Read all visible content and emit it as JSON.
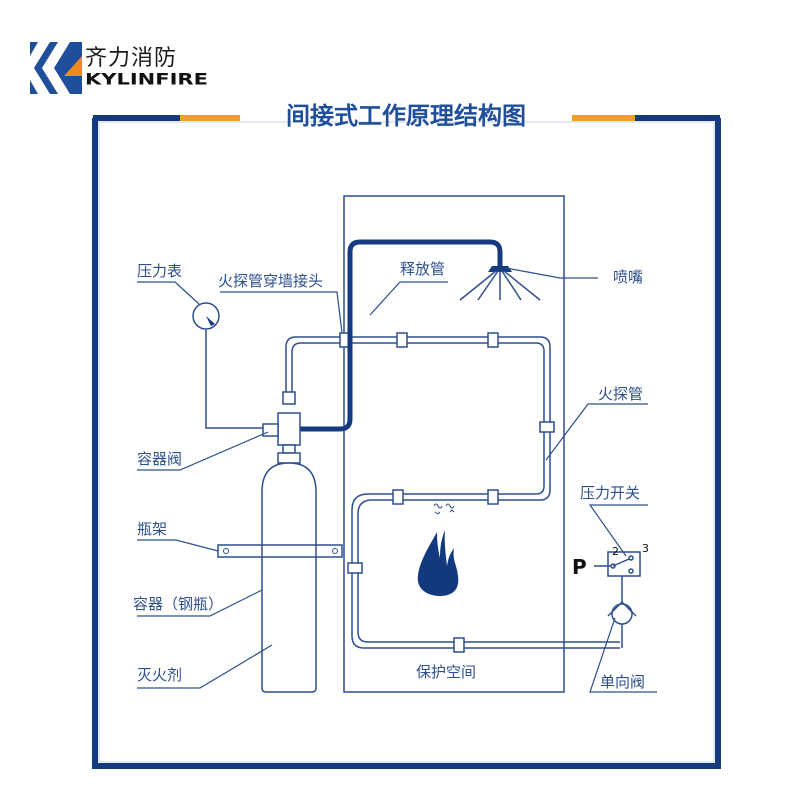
{
  "brand": {
    "name_cn": "齐力消防",
    "name_en": "KYLINFIRE",
    "colors": {
      "blue": "#1f4e9a",
      "orange": "#f08a1c"
    }
  },
  "diagram": {
    "title": "间接式工作原理结构图",
    "colors": {
      "frame": "#153a80",
      "accent": "#f2a11a",
      "line": "#2d4f8e",
      "release_pipe": "#153a80",
      "flame": "#12387e"
    },
    "labels": {
      "pressure_gauge": "压力表",
      "wall_joint": "火探管穿墙接头",
      "release_pipe": "释放管",
      "nozzle": "喷嘴",
      "container_valve": "容器阀",
      "detector_tube": "火探管",
      "pressure_switch": "压力开关",
      "bottle_rack": "瓶架",
      "container": "容器（钢瓶）",
      "extinguishing_agent": "灭火剂",
      "protected_space": "保护空间",
      "check_valve": "单向阀",
      "pressure_symbol": "P",
      "switch_terminal_2": "2",
      "switch_terminal_3": "3"
    }
  }
}
